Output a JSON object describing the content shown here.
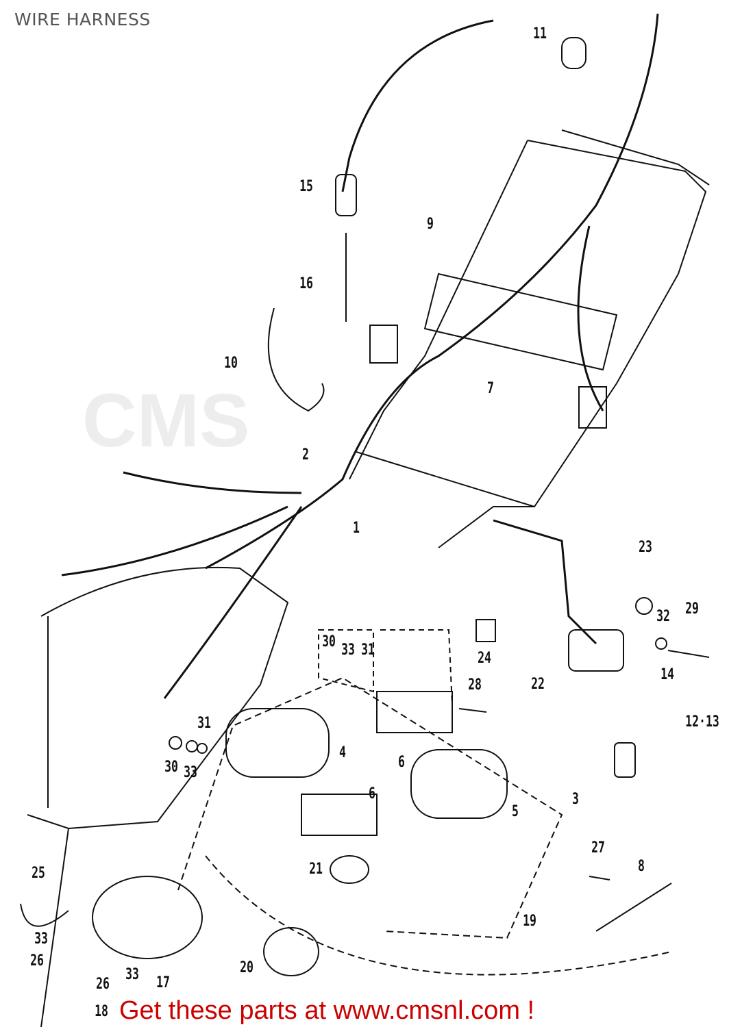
{
  "title": "WIRE HARNESS",
  "watermark": "CMS",
  "footer": "Get these parts at www.cmsnl.com !",
  "parts": {
    "labels": [
      "11",
      "15",
      "9",
      "16",
      "10",
      "7",
      "2",
      "1",
      "23",
      "29",
      "32",
      "30",
      "33",
      "31",
      "24",
      "22",
      "14",
      "28",
      "12·13",
      "31",
      "30",
      "33",
      "4",
      "6",
      "6",
      "3",
      "5",
      "27",
      "8",
      "25",
      "21",
      "19",
      "33",
      "26",
      "20",
      "33",
      "26",
      "17",
      "18"
    ]
  }
}
